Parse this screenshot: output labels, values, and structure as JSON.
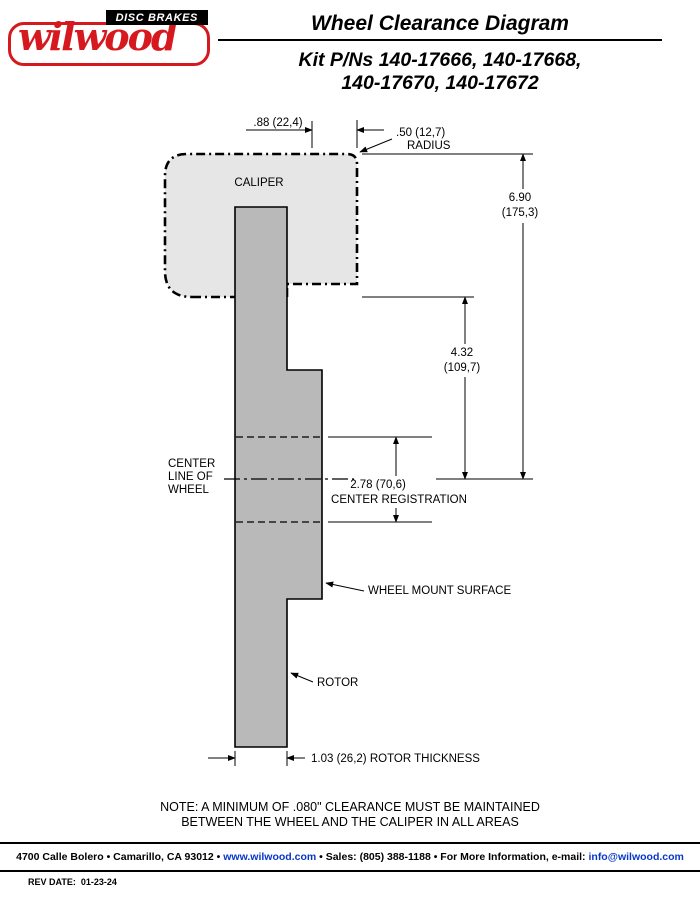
{
  "header": {
    "logo": {
      "tagline": "DISC BRAKES",
      "brand_script": "wilwood"
    },
    "title": "Wheel Clearance Diagram",
    "kit_line1": "Kit P/Ns 140-17666, 140-17668,",
    "kit_line2": "140-17670, 140-17672"
  },
  "diagram": {
    "caliper_label": "CALIPER",
    "dim_top_offset": ".88 (22,4)",
    "dim_radius_value": ".50 (12,7)",
    "dim_radius_word": "RADIUS",
    "dim_height_value": "6.90",
    "dim_height_metric": "(175,3)",
    "dim_caliper_value": "4.32",
    "dim_caliper_metric": "(109,7)",
    "dim_register_value": "2.78 (70,6)",
    "dim_register_label": "CENTER REGISTRATION",
    "centerline_word1": "CENTER",
    "centerline_word2": "LINE OF",
    "centerline_word3": "WHEEL",
    "wheel_mount_label": "WHEEL MOUNT SURFACE",
    "rotor_label": "ROTOR",
    "dim_thickness": "1.03 (26,2) ROTOR THICKNESS",
    "note_line1": "NOTE: A MINIMUM OF .080\" CLEARANCE MUST BE MAINTAINED",
    "note_line2": "BETWEEN THE WHEEL AND THE CALIPER IN ALL AREAS"
  },
  "footer": {
    "address_part1": "4700 Calle Bolero • Camarillo, CA 93012 • ",
    "website": "www.wilwood.com",
    "address_part2": " • Sales: (805) 388-1188 • For More Information, e-mail: ",
    "email": "info@wilwood.com",
    "rev_label": "REV DATE:  01-23-24"
  },
  "colors": {
    "brand_red": "#d6181f",
    "link_blue": "#0637c9",
    "caliper_fill": "#e6e6e6",
    "rotor_fill": "#b9b9b9"
  }
}
